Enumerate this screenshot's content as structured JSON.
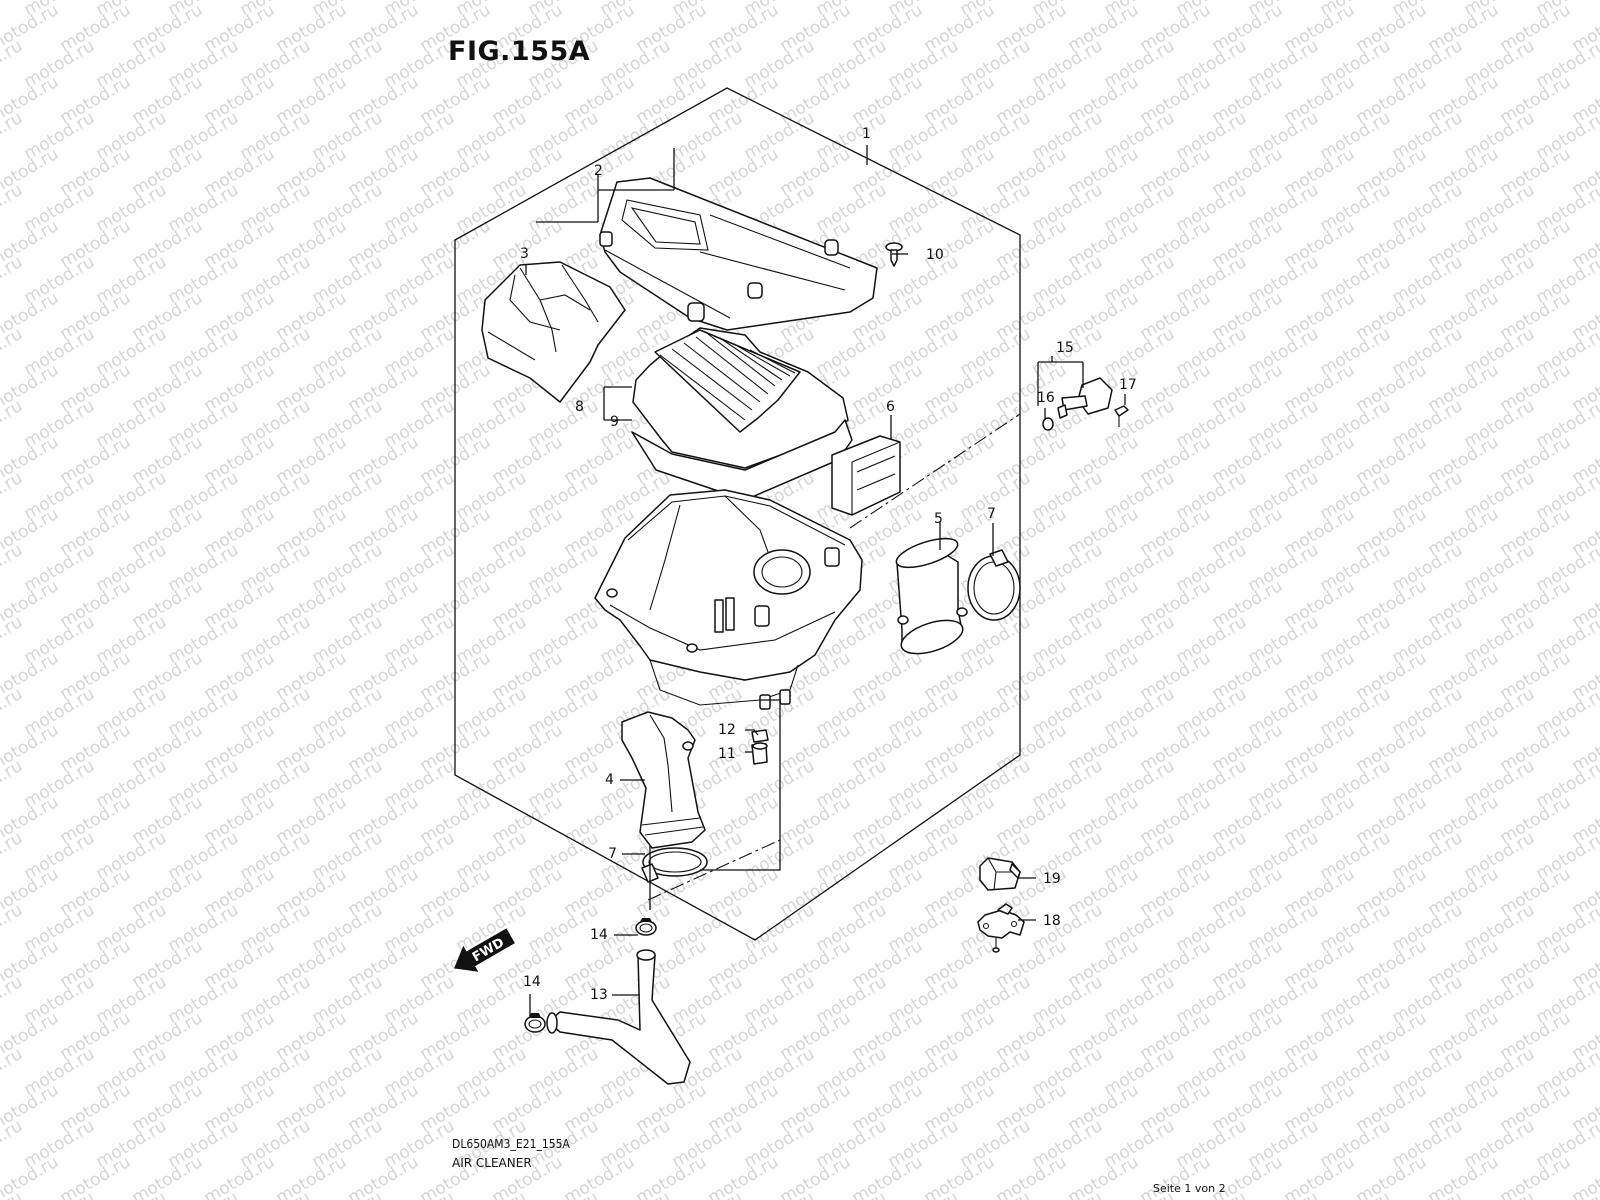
{
  "header": {
    "figure_title": "FIG.155A"
  },
  "footer": {
    "diagram_code": "DL650AM3_E21_155A",
    "assembly_name": "AIR CLEANER",
    "page_info": "Seite 1 von 2"
  },
  "watermark": {
    "text": "motod.ru",
    "color": "#d6d6d6"
  },
  "fwd_marker": {
    "text": "FWD"
  },
  "callouts": [
    {
      "id": "callout-1",
      "number": "1"
    },
    {
      "id": "callout-2",
      "number": "2"
    },
    {
      "id": "callout-3",
      "number": "3"
    },
    {
      "id": "callout-4",
      "number": "4"
    },
    {
      "id": "callout-5",
      "number": "5"
    },
    {
      "id": "callout-6",
      "number": "6"
    },
    {
      "id": "callout-7a",
      "number": "7"
    },
    {
      "id": "callout-7b",
      "number": "7"
    },
    {
      "id": "callout-8",
      "number": "8"
    },
    {
      "id": "callout-9",
      "number": "9"
    },
    {
      "id": "callout-10",
      "number": "10"
    },
    {
      "id": "callout-11",
      "number": "11"
    },
    {
      "id": "callout-12",
      "number": "12"
    },
    {
      "id": "callout-13",
      "number": "13"
    },
    {
      "id": "callout-14a",
      "number": "14"
    },
    {
      "id": "callout-14b",
      "number": "14"
    },
    {
      "id": "callout-15",
      "number": "15"
    },
    {
      "id": "callout-16",
      "number": "16"
    },
    {
      "id": "callout-17",
      "number": "17"
    },
    {
      "id": "callout-18",
      "number": "18"
    },
    {
      "id": "callout-19",
      "number": "19"
    }
  ]
}
